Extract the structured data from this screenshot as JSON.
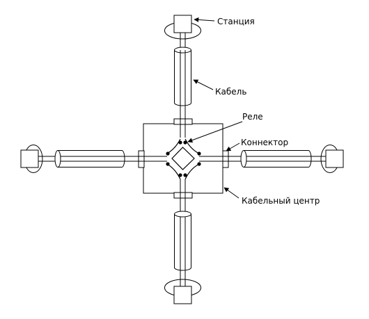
{
  "labels": {
    "station": "Станция",
    "cable": "Кабель",
    "relay": "Реле",
    "connector": "Коннектор",
    "cable_center": "Кабельный центр"
  }
}
